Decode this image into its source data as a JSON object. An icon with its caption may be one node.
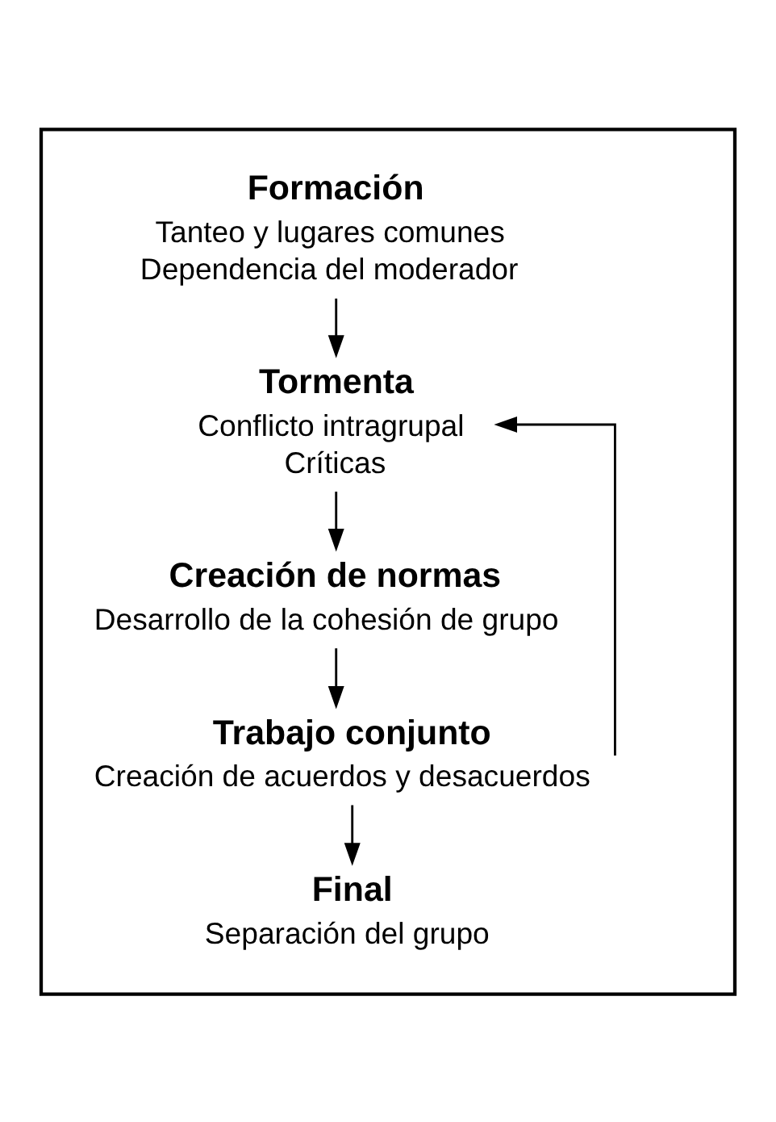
{
  "diagram": {
    "nodes": [
      {
        "text": [],
        "shape": "box"
      },
      {
        "text": [
          "Formación",
          "Tanteo y lugares comunes",
          "Dependencia del moderador"
        ],
        "in": 0
      },
      {
        "text": [
          "Tormenta",
          "Conflicto intragrupal",
          "Críticas"
        ],
        "in": 0
      },
      {
        "text": [
          "Creación de normas",
          "Desarrollo de la cohesión de grupo"
        ],
        "in": 0
      },
      {
        "text": [
          "Trabajo conjunto",
          "Creación de acuerdos y desacuerdos"
        ],
        "in": 0
      },
      {
        "text": [
          "Final",
          "Separación del grupo"
        ],
        "in": 0
      }
    ],
    "edges": [
      {
        "from": 1,
        "to": 2,
        "arrow": "to"
      },
      {
        "from": 2,
        "to": 3,
        "arrow": "to"
      },
      {
        "from": 3,
        "to": 4,
        "arrow": "to"
      },
      {
        "from": 4,
        "to": 2,
        "arrow": "to"
      },
      {
        "from": 4,
        "to": 5,
        "arrow": "to"
      }
    ]
  }
}
